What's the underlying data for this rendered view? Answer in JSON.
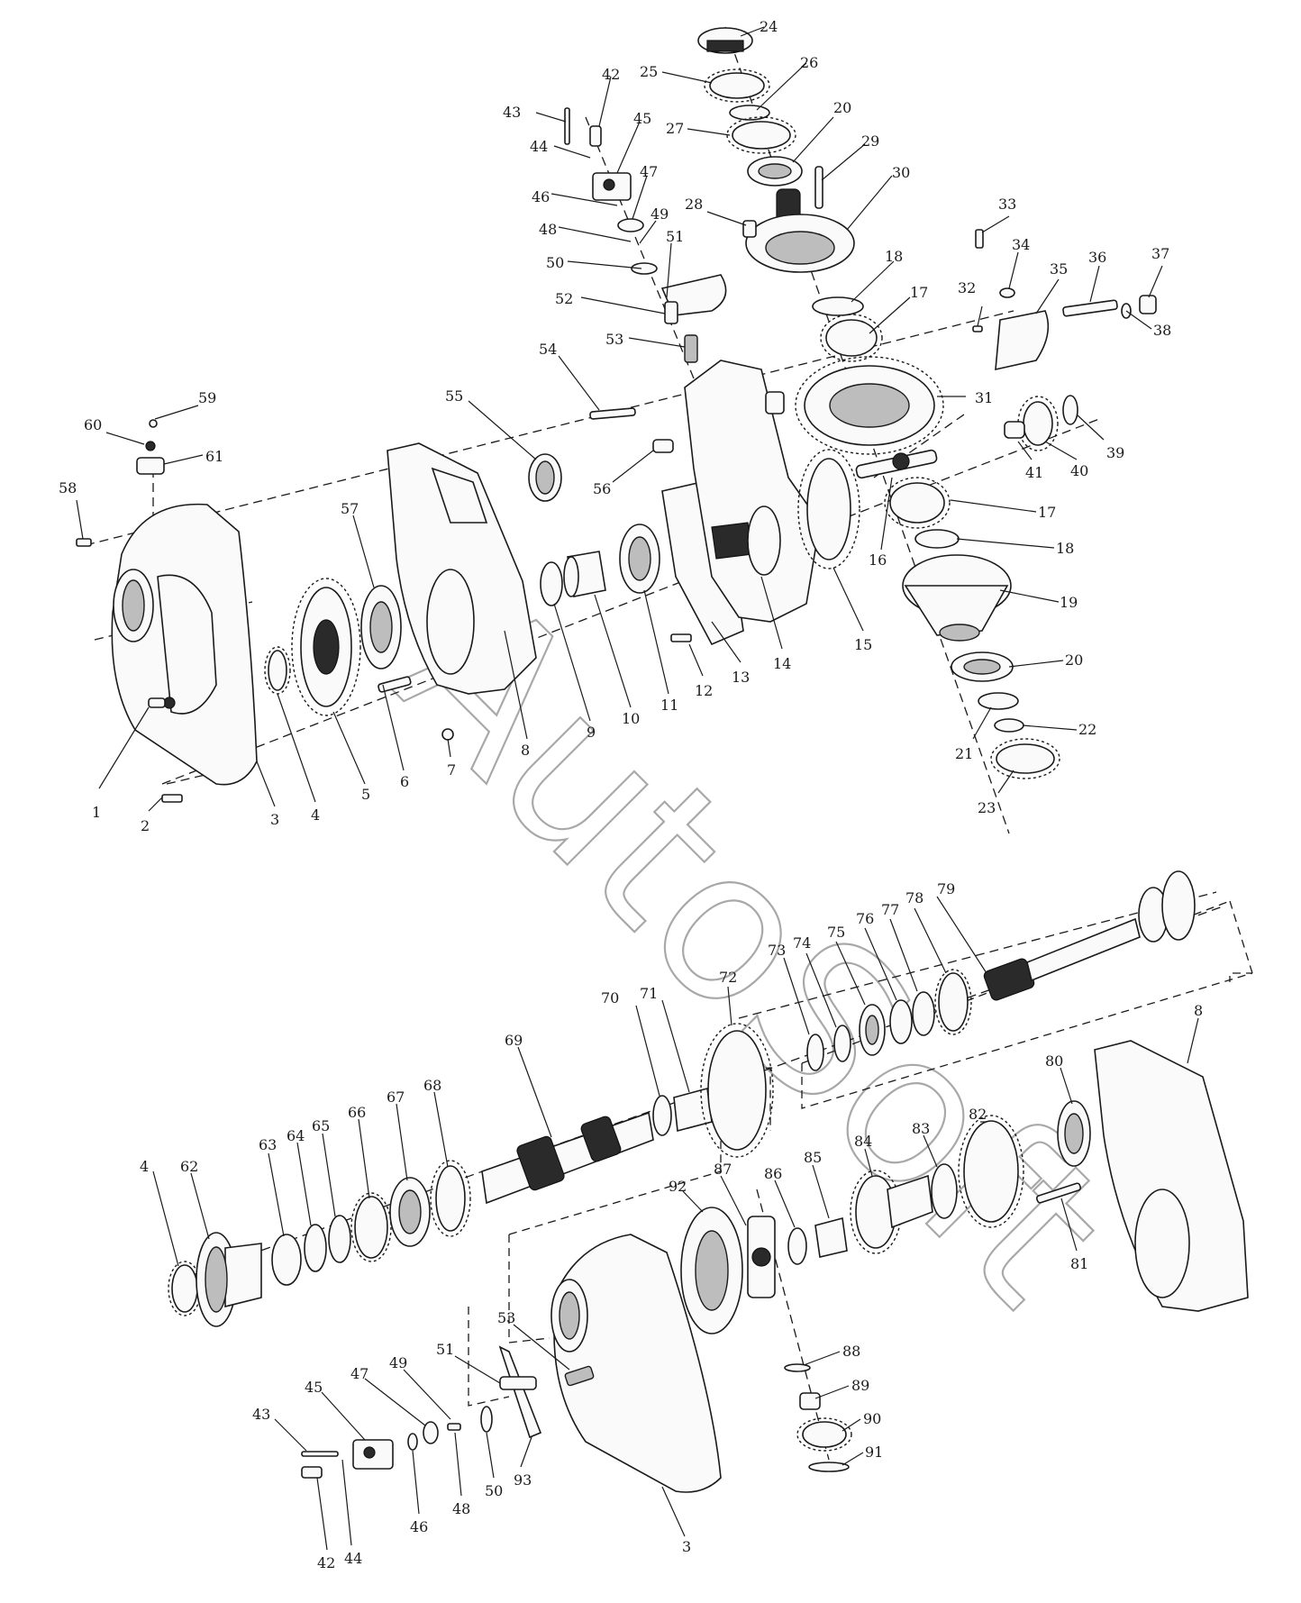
{
  "diagram": {
    "watermark": "AutoSoft",
    "colors": {
      "line": "#1a1a1a",
      "background": "#ffffff",
      "watermark": "#9a9a9a"
    },
    "callouts": [
      {
        "id": "c1",
        "text": "1"
      },
      {
        "id": "c2",
        "text": "2"
      },
      {
        "id": "c3",
        "text": "3"
      },
      {
        "id": "c4",
        "text": "4"
      },
      {
        "id": "c5",
        "text": "5"
      },
      {
        "id": "c6",
        "text": "6"
      },
      {
        "id": "c7",
        "text": "7"
      },
      {
        "id": "c8",
        "text": "8"
      },
      {
        "id": "c9",
        "text": "9"
      },
      {
        "id": "c10",
        "text": "10"
      },
      {
        "id": "c11",
        "text": "11"
      },
      {
        "id": "c12",
        "text": "12"
      },
      {
        "id": "c13",
        "text": "13"
      },
      {
        "id": "c14",
        "text": "14"
      },
      {
        "id": "c15",
        "text": "15"
      },
      {
        "id": "c16",
        "text": "16"
      },
      {
        "id": "c17a",
        "text": "17"
      },
      {
        "id": "c17b",
        "text": "17"
      },
      {
        "id": "c18a",
        "text": "18"
      },
      {
        "id": "c18b",
        "text": "18"
      },
      {
        "id": "c19",
        "text": "19"
      },
      {
        "id": "c20a",
        "text": "20"
      },
      {
        "id": "c20b",
        "text": "20"
      },
      {
        "id": "c21",
        "text": "21"
      },
      {
        "id": "c22",
        "text": "22"
      },
      {
        "id": "c23",
        "text": "23"
      },
      {
        "id": "c24",
        "text": "24"
      },
      {
        "id": "c25",
        "text": "25"
      },
      {
        "id": "c26",
        "text": "26"
      },
      {
        "id": "c27",
        "text": "27"
      },
      {
        "id": "c28",
        "text": "28"
      },
      {
        "id": "c29",
        "text": "29"
      },
      {
        "id": "c30",
        "text": "30"
      },
      {
        "id": "c31",
        "text": "31"
      },
      {
        "id": "c32",
        "text": "32"
      },
      {
        "id": "c33",
        "text": "33"
      },
      {
        "id": "c34",
        "text": "34"
      },
      {
        "id": "c35",
        "text": "35"
      },
      {
        "id": "c36",
        "text": "36"
      },
      {
        "id": "c37",
        "text": "37"
      },
      {
        "id": "c38",
        "text": "38"
      },
      {
        "id": "c39",
        "text": "39"
      },
      {
        "id": "c40",
        "text": "40"
      },
      {
        "id": "c41",
        "text": "41"
      },
      {
        "id": "c42a",
        "text": "42"
      },
      {
        "id": "c43a",
        "text": "43"
      },
      {
        "id": "c44a",
        "text": "44"
      },
      {
        "id": "c45a",
        "text": "45"
      },
      {
        "id": "c46a",
        "text": "46"
      },
      {
        "id": "c47a",
        "text": "47"
      },
      {
        "id": "c48a",
        "text": "48"
      },
      {
        "id": "c49a",
        "text": "49"
      },
      {
        "id": "c50a",
        "text": "50"
      },
      {
        "id": "c51a",
        "text": "51"
      },
      {
        "id": "c52",
        "text": "52"
      },
      {
        "id": "c53a",
        "text": "53"
      },
      {
        "id": "c54",
        "text": "54"
      },
      {
        "id": "c55",
        "text": "55"
      },
      {
        "id": "c56",
        "text": "56"
      },
      {
        "id": "c57",
        "text": "57"
      },
      {
        "id": "c58",
        "text": "58"
      },
      {
        "id": "c59",
        "text": "59"
      },
      {
        "id": "c60",
        "text": "60"
      },
      {
        "id": "c61",
        "text": "61"
      },
      {
        "id": "c62",
        "text": "62"
      },
      {
        "id": "c63",
        "text": "63"
      },
      {
        "id": "c64",
        "text": "64"
      },
      {
        "id": "c65",
        "text": "65"
      },
      {
        "id": "c66",
        "text": "66"
      },
      {
        "id": "c67",
        "text": "67"
      },
      {
        "id": "c68",
        "text": "68"
      },
      {
        "id": "c69",
        "text": "69"
      },
      {
        "id": "c70",
        "text": "70"
      },
      {
        "id": "c71",
        "text": "71"
      },
      {
        "id": "c72",
        "text": "72"
      },
      {
        "id": "c73",
        "text": "73"
      },
      {
        "id": "c74",
        "text": "74"
      },
      {
        "id": "c75",
        "text": "75"
      },
      {
        "id": "c76",
        "text": "76"
      },
      {
        "id": "c77",
        "text": "77"
      },
      {
        "id": "c78",
        "text": "78"
      },
      {
        "id": "c79",
        "text": "79"
      },
      {
        "id": "c4b",
        "text": "4"
      },
      {
        "id": "c8b",
        "text": "8"
      },
      {
        "id": "c80",
        "text": "80"
      },
      {
        "id": "c81",
        "text": "81"
      },
      {
        "id": "c82",
        "text": "82"
      },
      {
        "id": "c83",
        "text": "83"
      },
      {
        "id": "c84",
        "text": "84"
      },
      {
        "id": "c85",
        "text": "85"
      },
      {
        "id": "c86",
        "text": "86"
      },
      {
        "id": "c87",
        "text": "87"
      },
      {
        "id": "c88",
        "text": "88"
      },
      {
        "id": "c89",
        "text": "89"
      },
      {
        "id": "c90",
        "text": "90"
      },
      {
        "id": "c91",
        "text": "91"
      },
      {
        "id": "c92",
        "text": "92"
      },
      {
        "id": "c93",
        "text": "93"
      },
      {
        "id": "c3b",
        "text": "3"
      },
      {
        "id": "c53b",
        "text": "53"
      },
      {
        "id": "c51b",
        "text": "51"
      },
      {
        "id": "c49b",
        "text": "49"
      },
      {
        "id": "c47b",
        "text": "47"
      },
      {
        "id": "c45b",
        "text": "45"
      },
      {
        "id": "c43b",
        "text": "43"
      },
      {
        "id": "c42b",
        "text": "42"
      },
      {
        "id": "c44b",
        "text": "44"
      },
      {
        "id": "c46b",
        "text": "46"
      },
      {
        "id": "c48b",
        "text": "48"
      },
      {
        "id": "c50b",
        "text": "50"
      }
    ]
  }
}
